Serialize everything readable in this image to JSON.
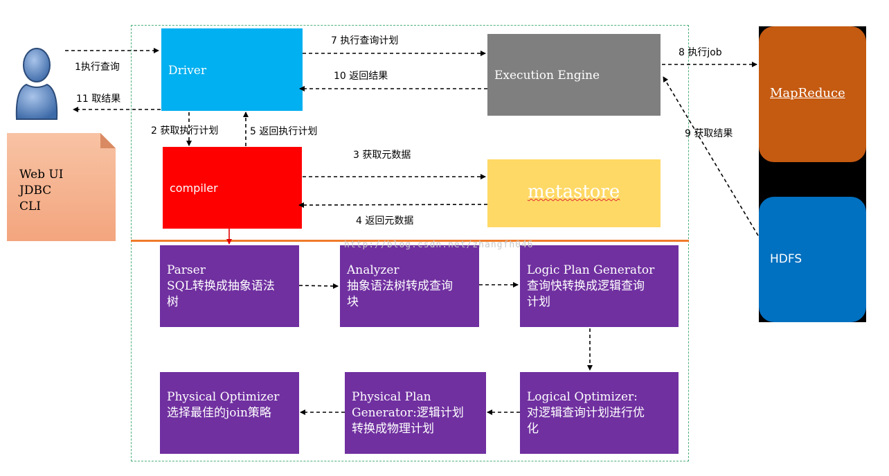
{
  "actors": {
    "clients": [
      "Web UI",
      "JDBC",
      "CLI"
    ]
  },
  "nodes": {
    "driver": "Driver",
    "compiler": "compiler",
    "execution_engine": "Execution Engine",
    "metastore": "metastore",
    "mapreduce": "MapReduce",
    "hdfs": "HDFS"
  },
  "pipeline": {
    "parser": [
      "Parser",
      "SQL转换成抽象语法",
      "树"
    ],
    "analyzer": [
      "Analyzer",
      "抽象语法树转成查询",
      "块"
    ],
    "logic_plan_generator": [
      "Logic Plan Generator",
      "查询快转换成逻辑查询",
      "计划"
    ],
    "logical_optimizer": [
      "Logical Optimizer:",
      "对逻辑查询计划进行优",
      "化"
    ],
    "physical_plan_generator": [
      "Physical Plan",
      "Generator:逻辑计划",
      "转换成物理计划"
    ],
    "physical_optimizer": [
      "Physical Optimizer",
      "选择最佳的join策略"
    ]
  },
  "edges": {
    "e1": "1执行查询",
    "e2": "2 获取执行计划",
    "e3": "3 获取元数据",
    "e4": "4 返回元数据",
    "e5": "5 返回执行计划",
    "e7": "7 执行查询计划",
    "e8": "8 执行job",
    "e9": "9 获取结果",
    "e10": "10 返回结果",
    "e11": "11 取结果"
  },
  "watermark": "http://blog.csdn.net/zhangfh046",
  "colors": {
    "driver": "#00b0f0",
    "compiler": "#ff0000",
    "execution_engine": "#7f7f7f",
    "metastore": "#ffd966",
    "mapreduce": "#c55a11",
    "hdfs": "#0070c0",
    "pipeline": "#7030a0",
    "client_note": "#f4b183",
    "separator": "#f07a2a",
    "frame": "#4caf7a"
  }
}
